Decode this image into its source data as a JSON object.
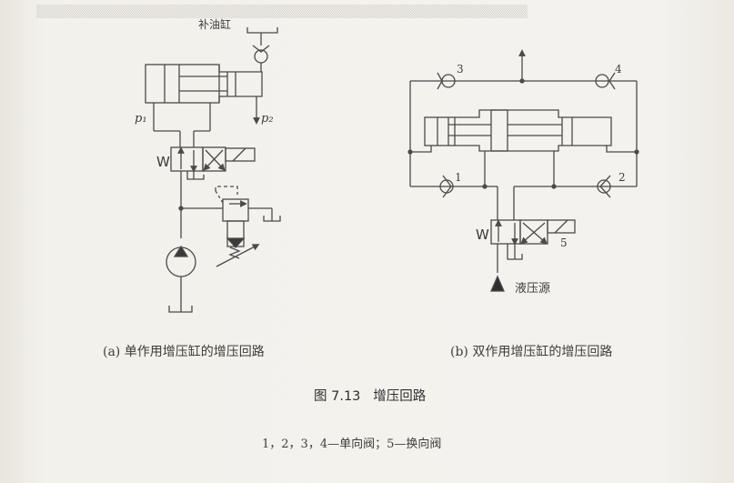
{
  "figure": {
    "number": "图 7.13",
    "title": "增压回路",
    "legend": "1，2，3，4—单向阀；5—换向阀"
  },
  "subfigure_a": {
    "caption": "(a)  单作用增压缸的增压回路",
    "labels": {
      "makeup_tank": "补油缸",
      "p1": "p₁",
      "p2": "p₂",
      "solenoid_spring": "W"
    }
  },
  "subfigure_b": {
    "caption": "(b)  双作用增压缸的增压回路",
    "labels": {
      "check_valve_1": "1",
      "check_valve_2": "2",
      "check_valve_3": "3",
      "check_valve_4": "4",
      "directional_valve_5": "5",
      "hydraulic_source": "液压源",
      "solenoid_spring": "W"
    }
  },
  "colors": {
    "paper": "#f1efea",
    "line": "#4a4a4a",
    "text": "#3a3a3a"
  }
}
